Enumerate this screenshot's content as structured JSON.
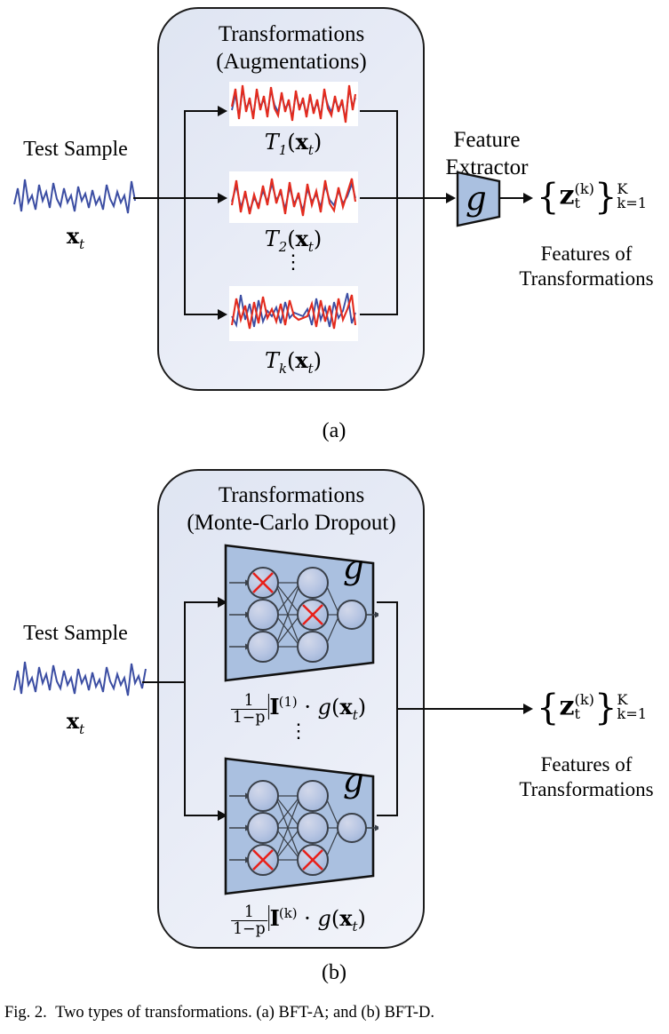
{
  "figure": {
    "caption_prefix": "Fig. 2.",
    "caption_text": "Two types of transformations. (a) BFT-A; and (b) BFT-D."
  },
  "colors": {
    "panel_fill": "#e4e9f4",
    "panel_border": "#1b1b1b",
    "trapezoid_fill": "#aac0e0",
    "node_fill": "#b9c6e2",
    "signal_red": "#e32b1e",
    "signal_blue": "#3c4ea3",
    "dropout_x": "#e8201a",
    "line": "#0d0d0d"
  },
  "panel_a": {
    "label": "(a)",
    "title_line1": "Transformations",
    "title_line2": "(Augmentations)",
    "input_label": "Test Sample",
    "input_symbol_x": "x",
    "input_symbol_sub": "t",
    "branches": [
      {
        "transform_symbol": "T",
        "transform_sub": "1",
        "arg_x": "x",
        "arg_sub": "t"
      },
      {
        "transform_symbol": "T",
        "transform_sub": "2",
        "arg_x": "x",
        "arg_sub": "t"
      },
      {
        "transform_symbol": "T",
        "transform_sub": "k",
        "arg_x": "x",
        "arg_sub": "t"
      }
    ],
    "ellipsis": "⋮",
    "extractor_line1": "Feature",
    "extractor_line2": "Extractor",
    "extractor_symbol": "g",
    "output_z": "z",
    "output_z_sub": "t",
    "output_z_sup": "(k)",
    "output_brace_sup": "K",
    "output_brace_sub": "k=1",
    "output_caption_line1": "Features of",
    "output_caption_line2": "Transformations"
  },
  "panel_b": {
    "label": "(b)",
    "title_line1": "Transformations",
    "title_line2": "(Monte-Carlo Dropout)",
    "input_label": "Test Sample",
    "input_symbol_x": "x",
    "input_symbol_sub": "t",
    "ellipsis": "⋮",
    "networks": [
      {
        "symbol": "g",
        "formula_num": "1",
        "formula_den": "1−p",
        "formula_indicator": "ᴵ",
        "formula_indicator_glyph": "I",
        "formula_sup": "(1)",
        "formula_dot": "·",
        "formula_g": "g",
        "formula_arg_x": "x",
        "formula_arg_sub": "t",
        "dropped_nodes": [
          "layer1-node1",
          "layer2-node2"
        ]
      },
      {
        "symbol": "g",
        "formula_num": "1",
        "formula_den": "1−p",
        "formula_indicator": "ᴵ",
        "formula_indicator_glyph": "I",
        "formula_sup": "(k)",
        "formula_dot": "·",
        "formula_g": "g",
        "formula_arg_x": "x",
        "formula_arg_sub": "t",
        "dropped_nodes": [
          "layer1-node3",
          "layer2-node3"
        ]
      }
    ],
    "output_z": "z",
    "output_z_sub": "t",
    "output_z_sup": "(k)",
    "output_brace_sup": "K",
    "output_brace_sub": "k=1",
    "output_caption_line1": "Features of",
    "output_caption_line2": "Transformations"
  }
}
